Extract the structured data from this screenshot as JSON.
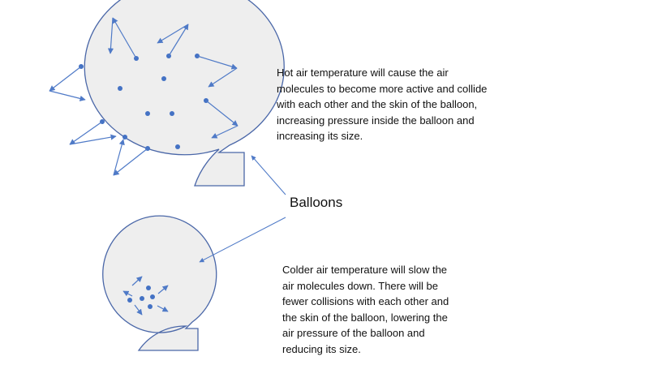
{
  "label": "Balloons",
  "hot_balloon": {
    "caption_lines": [
      "Hot air temperature will cause the air",
      "molecules to become more active and collide",
      "with each other and the skin of the balloon,",
      "increasing pressure inside the balloon and",
      "increasing its size."
    ]
  },
  "cold_balloon": {
    "caption_lines": [
      "Colder air temperature will slow the",
      "air molecules down. There will be",
      "fewer collisions with each other and",
      "the skin of the balloon, lowering the",
      "air pressure of the balloon and",
      "reducing its size."
    ]
  },
  "colors": {
    "balloon_fill": "#eeeeee",
    "outline": "#4a67a8",
    "molecule": "#4472c4",
    "arrow": "#4f7ac7"
  }
}
